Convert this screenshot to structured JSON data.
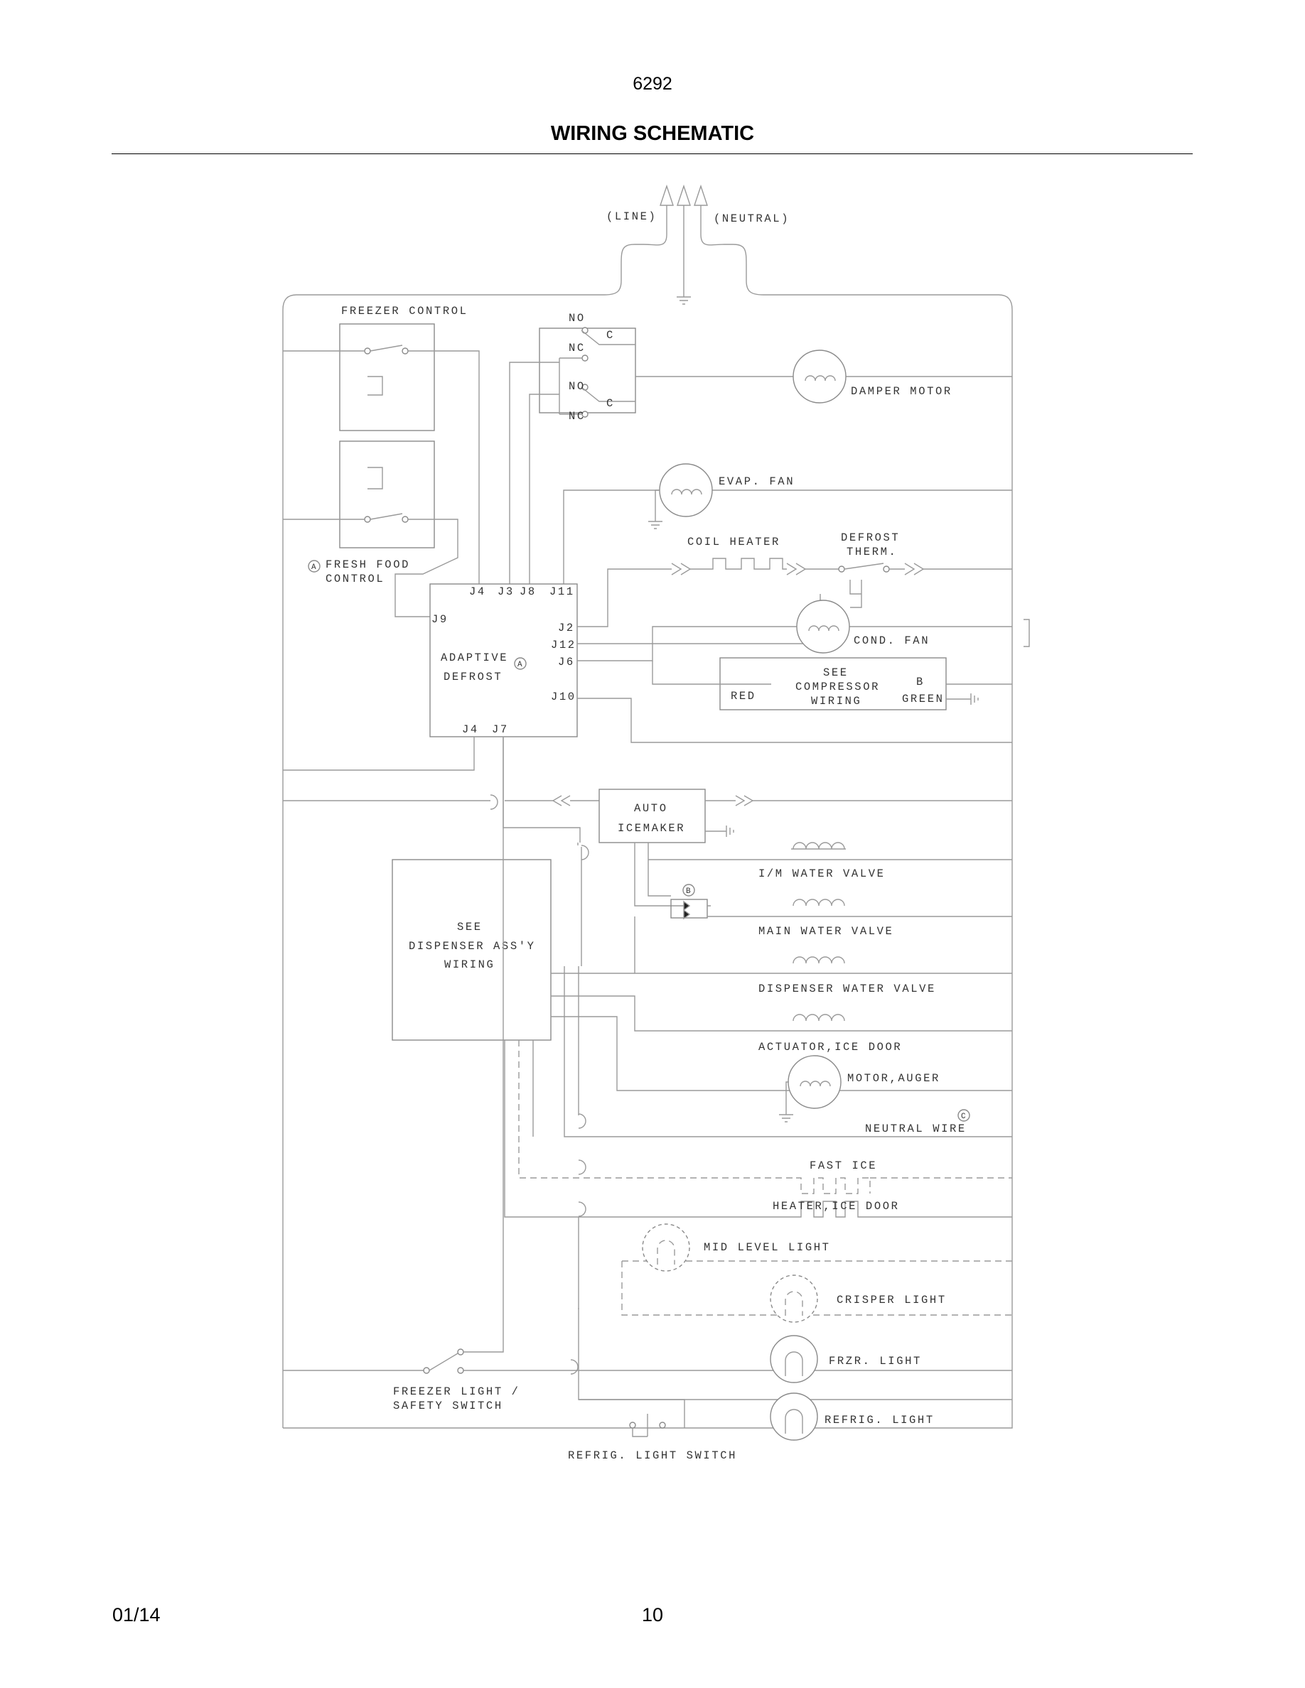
{
  "header": {
    "model_number": "6292",
    "title": "WIRING SCHEMATIC"
  },
  "footer": {
    "date": "01/14",
    "page_number": "10"
  },
  "diagram": {
    "supply": {
      "line": "(LINE)",
      "neutral": "(NEUTRAL)"
    },
    "freezer_control": "FREEZER CONTROL",
    "relay": {
      "no_1": "NO",
      "nc_1": "NC",
      "c_1": "C",
      "no_2": "NO",
      "nc_2": "NC",
      "c_2": "C"
    },
    "fresh_food_control": {
      "line1": "FRESH FOOD",
      "line2": "CONTROL",
      "marker": "A"
    },
    "adaptive_defrost": {
      "line1": "ADAPTIVE",
      "line2": "DEFROST",
      "marker": "A",
      "pins_top": [
        "J4",
        "J3",
        "J8",
        "J11"
      ],
      "pin_j9": "J9",
      "pins_right": [
        "J2",
        "J12",
        "J6",
        "J10"
      ],
      "pins_bottom": [
        "J4",
        "J7"
      ]
    },
    "damper_motor": "DAMPER MOTOR",
    "evap_fan": "EVAP. FAN",
    "coil_heater": "COIL HEATER",
    "defrost_therm": {
      "line1": "DEFROST",
      "line2": "THERM."
    },
    "cond_fan": "COND. FAN",
    "compressor": {
      "line1": "SEE",
      "line2": "COMPRESSOR",
      "line3": "WIRING",
      "red": "RED",
      "b_marker": "B",
      "green": "GREEN"
    },
    "auto_icemaker": {
      "line1": "AUTO",
      "line2": "ICEMAKER"
    },
    "dispenser": {
      "line1": "SEE",
      "line2": "DISPENSER ASS'Y",
      "line3": "WIRING"
    },
    "im_water_valve": "I/M WATER VALVE",
    "valve_marker": "B",
    "main_water_valve": "MAIN WATER VALVE",
    "dispenser_water_valve": "DISPENSER WATER VALVE",
    "actuator_ice_door": "ACTUATOR,ICE DOOR",
    "motor_auger": "MOTOR,AUGER",
    "neutral_wire": {
      "label": "NEUTRAL WIRE",
      "marker": "C"
    },
    "fast_ice": "FAST ICE",
    "heater_ice_door": "HEATER,ICE DOOR",
    "mid_level_light": "MID LEVEL LIGHT",
    "crisper_light": "CRISPER LIGHT",
    "frzr_light": "FRZR. LIGHT",
    "refrig_light": "REFRIG. LIGHT",
    "freezer_light_switch": {
      "line1": "FREEZER LIGHT /",
      "line2": "SAFETY SWITCH"
    },
    "refrig_light_switch": "REFRIG. LIGHT SWITCH"
  }
}
